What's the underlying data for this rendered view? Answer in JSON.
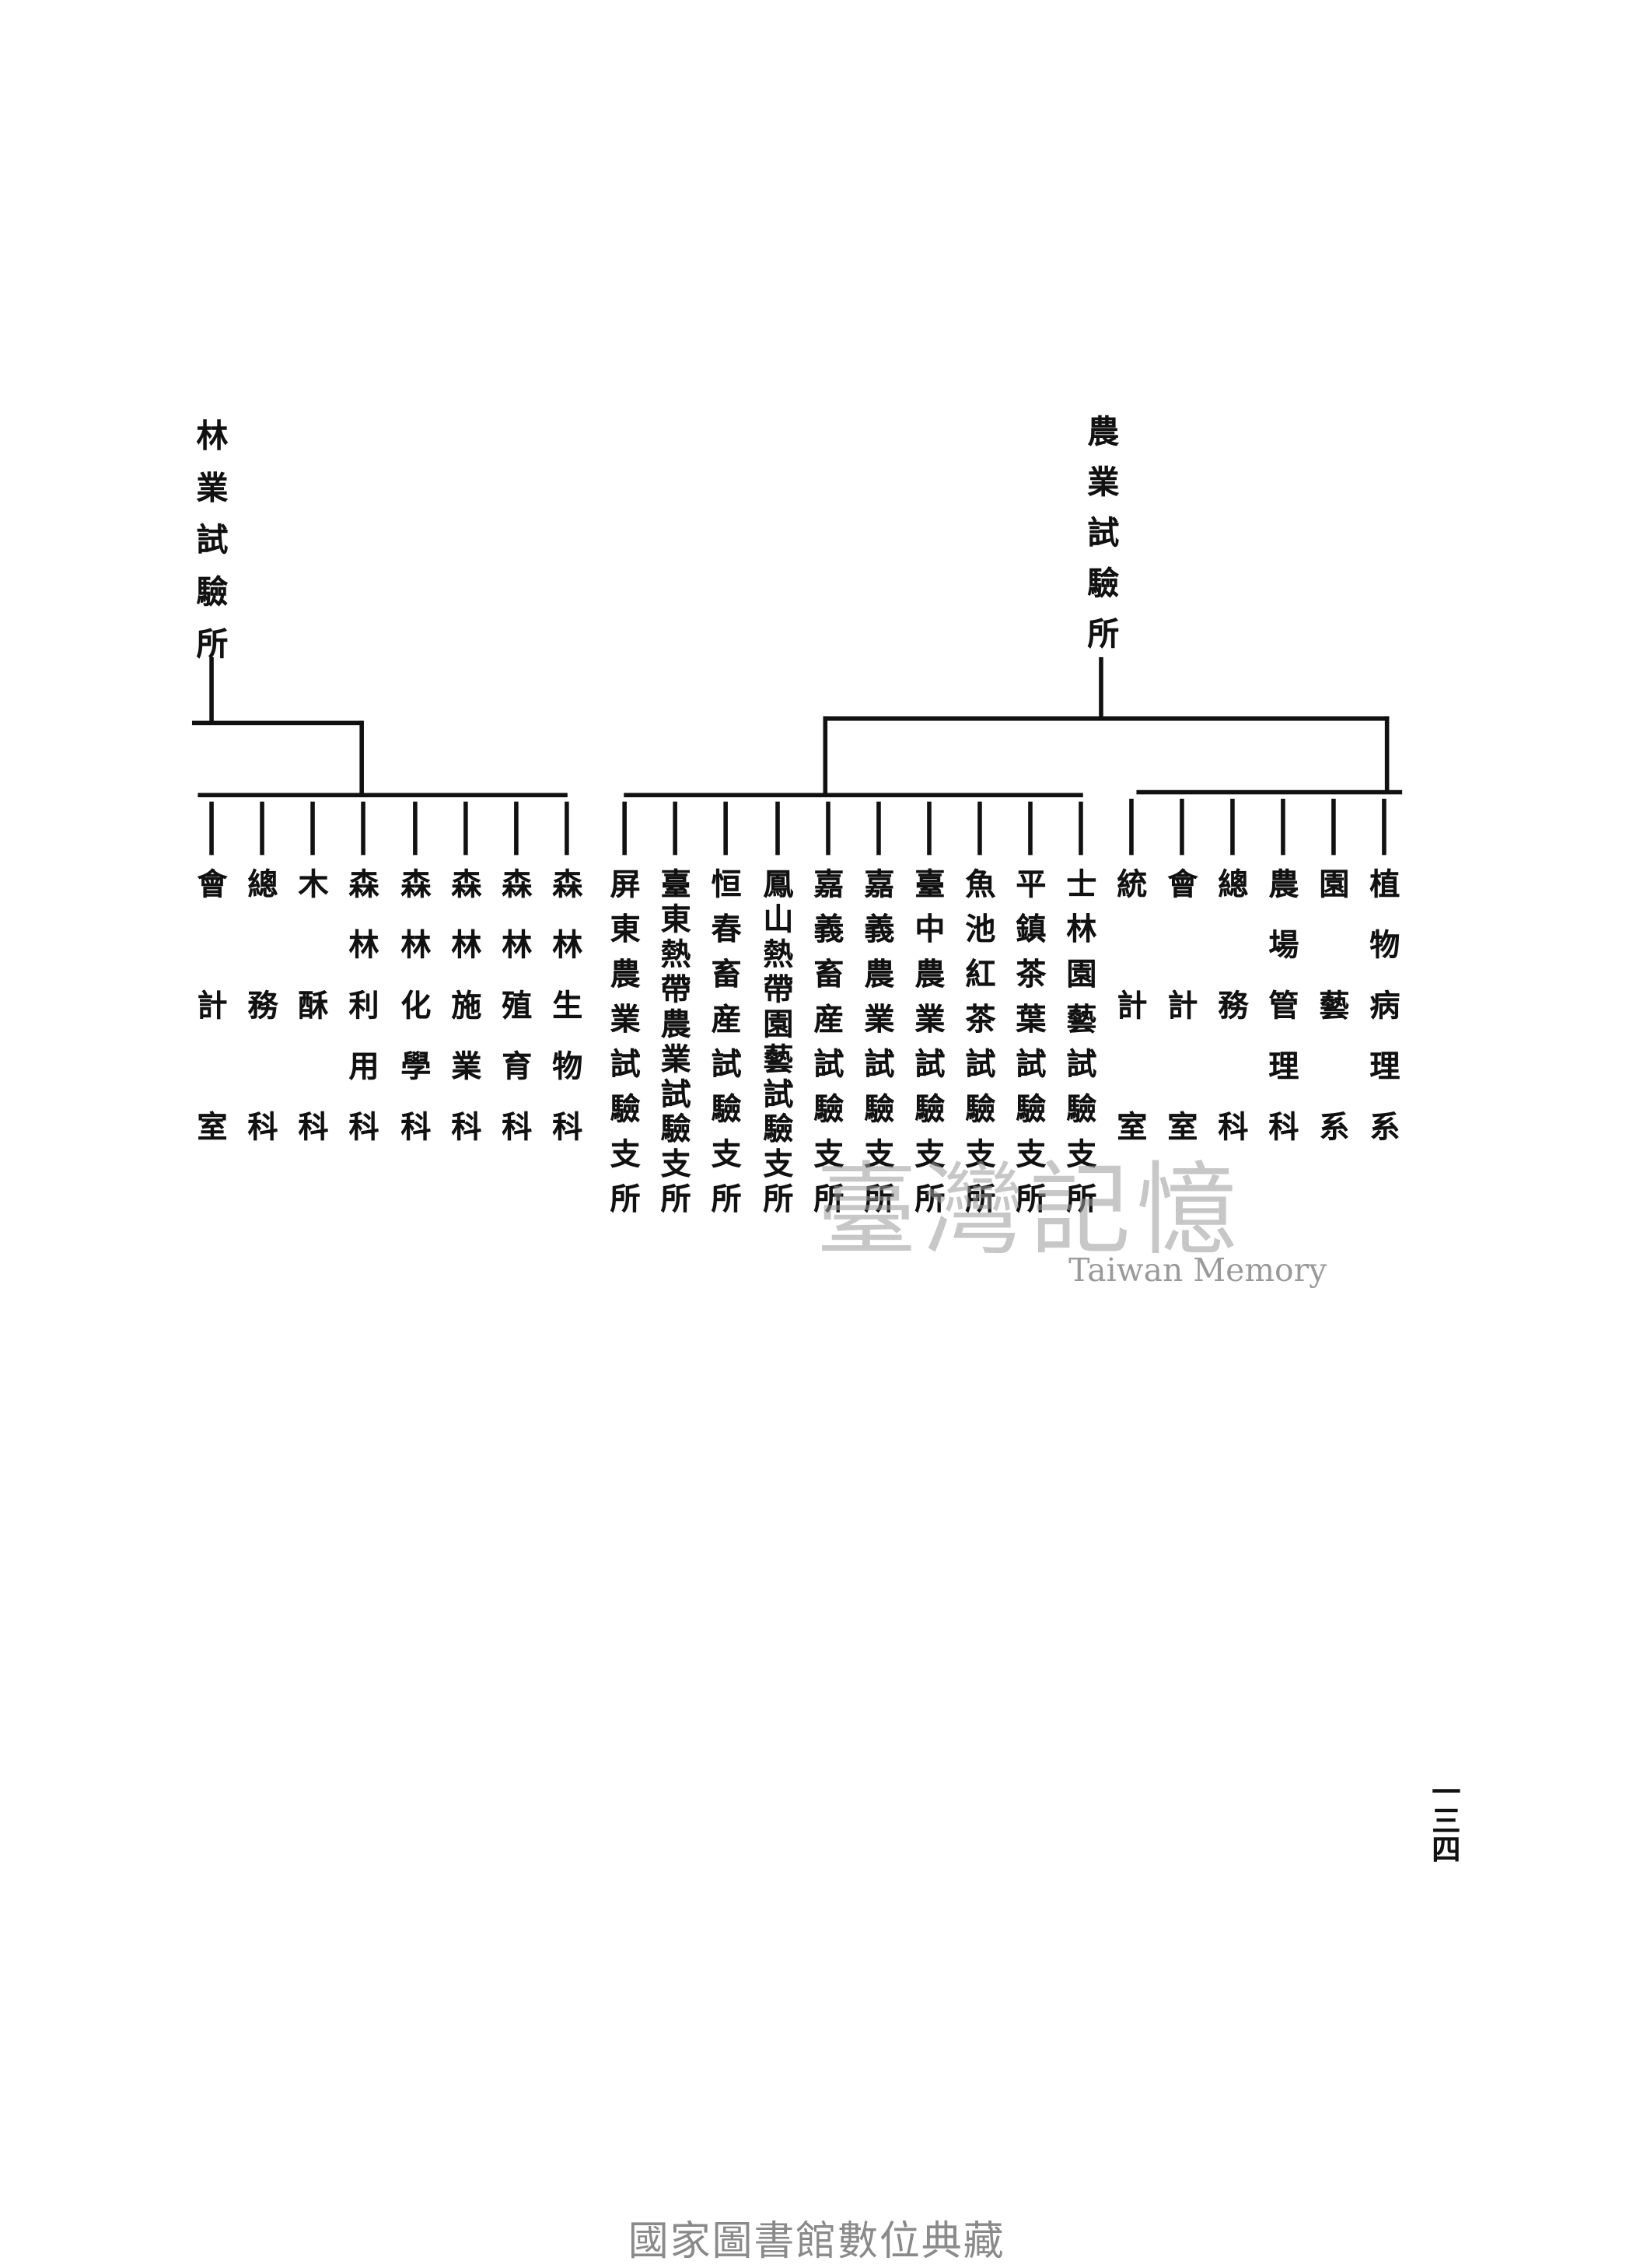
{
  "forestry": {
    "title": "林業試驗所",
    "divisions": [
      "會計室",
      "總務科",
      "木酥科",
      "森林利用科",
      "森林化學科",
      "森林施業科",
      "森林殖育科",
      "森林生物科"
    ]
  },
  "agriculture": {
    "title": "農業試驗所",
    "branches": [
      "屏東農業試驗支所",
      "臺東熱帶農業試驗支所",
      "恒春畜産試驗支所",
      "鳳山熱帶園藝試驗支所",
      "嘉義畜産試驗支所",
      "嘉義農業試驗支所",
      "臺中農業試驗支所",
      "魚池紅茶試驗支所",
      "平鎮茶葉試驗支所",
      "士林園藝試驗支所"
    ],
    "divisions": [
      "統計室",
      "會計室",
      "總務科",
      "農場管理科",
      "園藝系",
      "植物病理系"
    ]
  },
  "page_number": "一三四",
  "watermark": {
    "cjk": "臺灣記憶",
    "latin": "Taiwan Memory"
  },
  "footer": "國家圖書館數位典藏"
}
